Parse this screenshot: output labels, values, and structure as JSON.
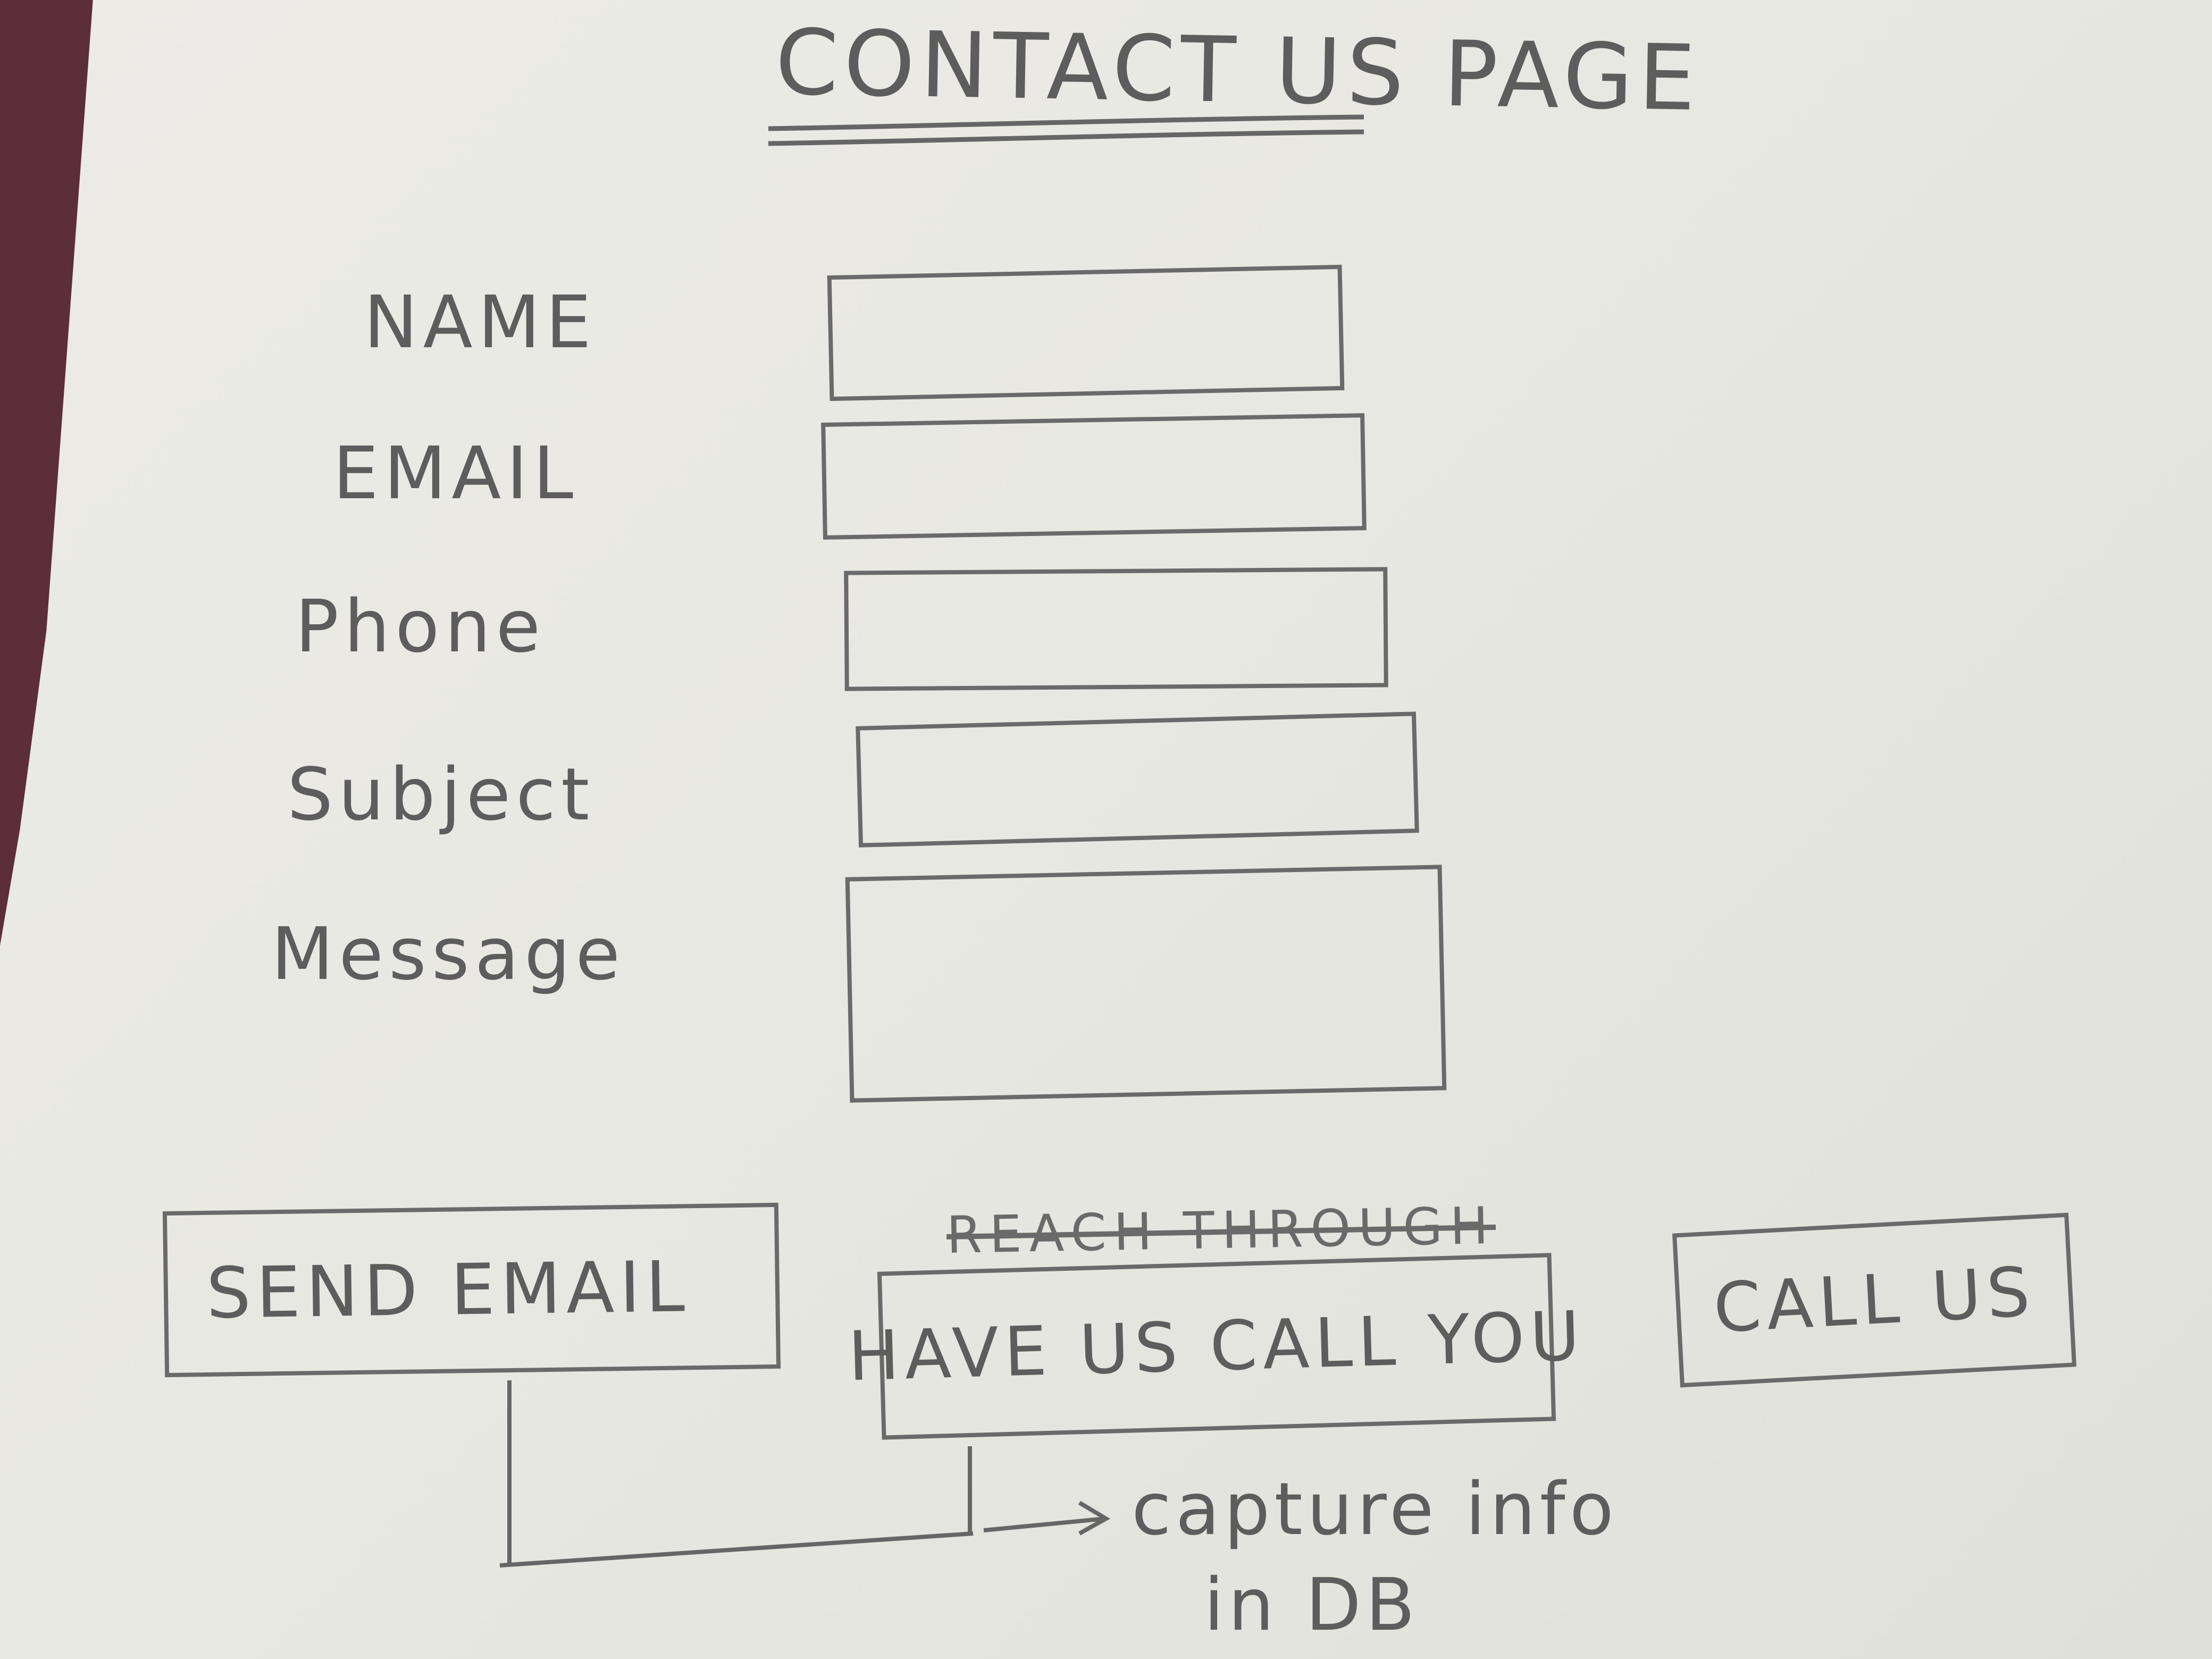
{
  "page": {
    "title": "CONTACT US PAGE"
  },
  "form": {
    "fields": [
      {
        "label": "NAME",
        "value": ""
      },
      {
        "label": "EMAIL",
        "value": ""
      },
      {
        "label": "Phone",
        "value": ""
      },
      {
        "label": "Subject",
        "value": ""
      },
      {
        "label": "Message",
        "value": ""
      }
    ]
  },
  "actions": {
    "send_email": "SEND EMAIL",
    "struck_text": "REACH THROUGH",
    "have_us_call": "HAVE US CALL YOU",
    "call_us": "CALL US"
  },
  "annotation": {
    "line1": "capture info",
    "line2": "in DB"
  },
  "colors": {
    "paper": "#ecebe6",
    "ink": "#5d5d5d",
    "background": "#5b2e3a"
  }
}
